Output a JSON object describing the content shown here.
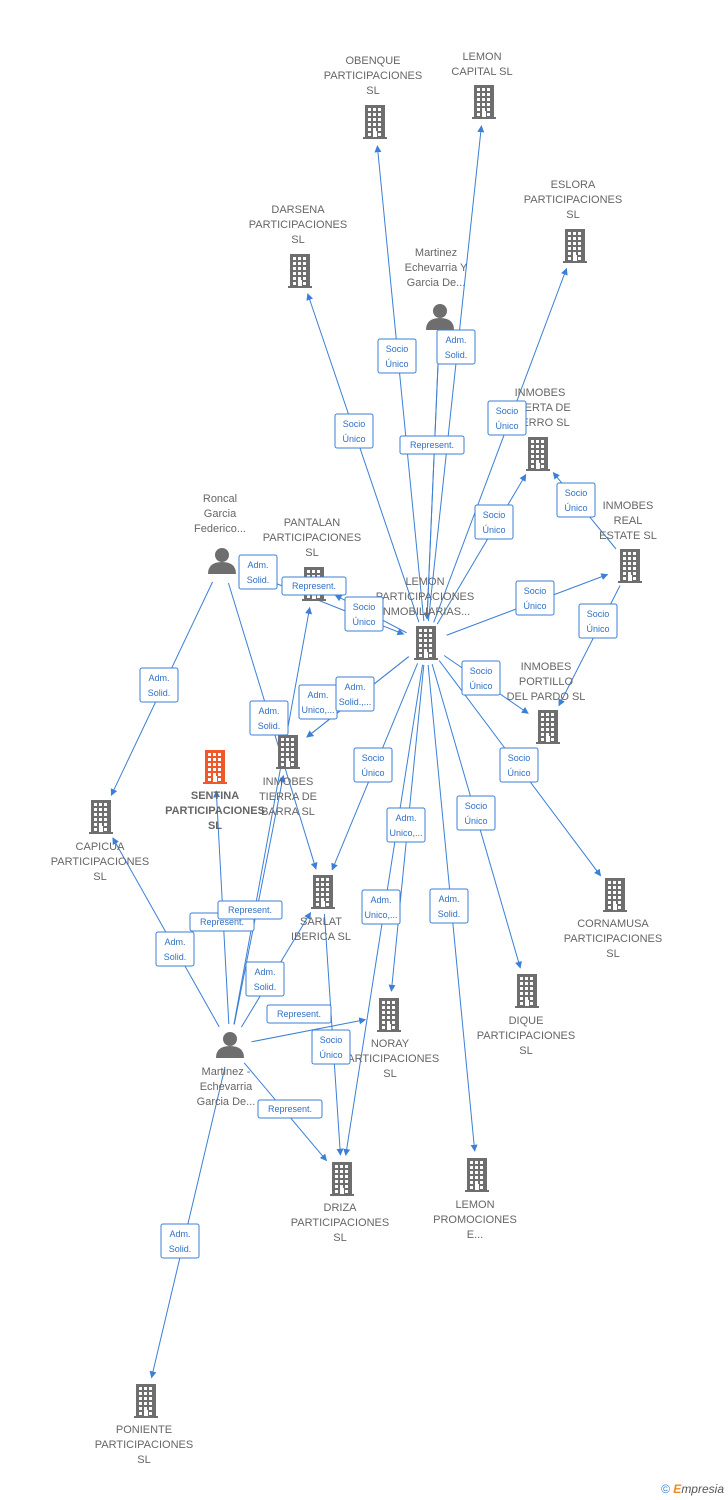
{
  "colors": {
    "edge": "#3b7fd6",
    "node_icon": "#6e6e6e",
    "highlight_icon": "#f0582a",
    "label_text": "#666666"
  },
  "nodes": [
    {
      "id": "obenque",
      "type": "company",
      "lines": [
        "OBENQUE",
        "PARTICIPACIONES",
        "SL"
      ]
    },
    {
      "id": "lemon_capital",
      "type": "company",
      "lines": [
        "LEMON",
        "CAPITAL SL"
      ]
    },
    {
      "id": "eslora",
      "type": "company",
      "lines": [
        "ESLORA",
        "PARTICIPACIONES",
        "SL"
      ]
    },
    {
      "id": "darsena",
      "type": "company",
      "lines": [
        "DARSENA",
        "PARTICIPACIONES",
        "SL"
      ]
    },
    {
      "id": "martinez_top",
      "type": "person",
      "lines": [
        "Martinez",
        "Echevarria Y",
        "Garcia De..."
      ]
    },
    {
      "id": "inmobes_puerta",
      "type": "company",
      "lines": [
        "INMOBES",
        "PUERTA DE",
        "HIERRO SL"
      ]
    },
    {
      "id": "inmobes_real",
      "type": "company",
      "lines": [
        "INMOBES",
        "REAL",
        "ESTATE SL"
      ]
    },
    {
      "id": "roncal",
      "type": "person",
      "lines": [
        "Roncal",
        "Garcia",
        "Federico..."
      ]
    },
    {
      "id": "pantalan",
      "type": "company",
      "lines": [
        "PANTALAN",
        "PARTICIPACIONES",
        "SL"
      ]
    },
    {
      "id": "lemon_part",
      "type": "company",
      "lines": [
        "LEMON",
        "PARTICIPACIONES",
        "INMOBILIARIAS..."
      ]
    },
    {
      "id": "inmobes_portillo",
      "type": "company",
      "lines": [
        "INMOBES",
        "PORTILLO",
        "DEL PARDO SL"
      ]
    },
    {
      "id": "sentina",
      "type": "company-highlight",
      "lines": [
        "SENTINA",
        "PARTICIPACIONES",
        "SL"
      ]
    },
    {
      "id": "inmobes_tierra",
      "type": "company",
      "lines": [
        "INMOBES",
        "TIERRA DE",
        "BARRA SL"
      ]
    },
    {
      "id": "capicua",
      "type": "company",
      "lines": [
        "CAPICUA",
        "PARTICIPACIONES",
        "SL"
      ]
    },
    {
      "id": "sarlat",
      "type": "company",
      "lines": [
        "SARLAT",
        "IBERICA SL"
      ]
    },
    {
      "id": "cornamusa",
      "type": "company",
      "lines": [
        "CORNAMUSA",
        "PARTICIPACIONES",
        "SL"
      ]
    },
    {
      "id": "dique",
      "type": "company",
      "lines": [
        "DIQUE",
        "PARTICIPACIONES",
        "SL"
      ]
    },
    {
      "id": "noray",
      "type": "company",
      "lines": [
        "NORAY",
        "PARTICIPACIONES",
        "SL"
      ]
    },
    {
      "id": "martinez_bottom",
      "type": "person",
      "lines": [
        "Martinez -",
        "Echevarria",
        "Garcia De..."
      ]
    },
    {
      "id": "driza",
      "type": "company",
      "lines": [
        "DRIZA",
        "PARTICIPACIONES",
        "SL"
      ]
    },
    {
      "id": "lemon_promo",
      "type": "company",
      "lines": [
        "LEMON",
        "PROMOCIONES",
        "E..."
      ]
    },
    {
      "id": "poniente",
      "type": "company",
      "lines": [
        "PONIENTE",
        "PARTICIPACIONES",
        "SL"
      ]
    }
  ],
  "edges": [
    {
      "from": "lemon_part",
      "to": "obenque",
      "label": [
        "Socio",
        "Único"
      ]
    },
    {
      "from": "lemon_part",
      "to": "lemon_capital",
      "label": []
    },
    {
      "from": "lemon_part",
      "to": "darsena",
      "label": [
        "Socio",
        "Único"
      ]
    },
    {
      "from": "martinez_top",
      "to": "lemon_part",
      "label": [
        "Adm.",
        "Solid."
      ]
    },
    {
      "from": "martinez_top",
      "to": "lemon_part",
      "label": [
        "Represent."
      ]
    },
    {
      "from": "lemon_part",
      "to": "eslora",
      "label": [
        "Socio",
        "Único"
      ]
    },
    {
      "from": "lemon_part",
      "to": "inmobes_puerta",
      "label": [
        "Socio",
        "Único"
      ]
    },
    {
      "from": "inmobes_real",
      "to": "inmobes_puerta",
      "label": [
        "Socio",
        "Único"
      ]
    },
    {
      "from": "lemon_part",
      "to": "inmobes_real",
      "label": [
        "Socio",
        "Único"
      ]
    },
    {
      "from": "inmobes_real",
      "to": "inmobes_portillo",
      "label": [
        "Socio",
        "Único"
      ]
    },
    {
      "from": "lemon_part",
      "to": "inmobes_portillo",
      "label": [
        "Socio",
        "Único"
      ]
    },
    {
      "from": "lemon_part",
      "to": "cornamusa",
      "label": [
        "Socio",
        "Único"
      ]
    },
    {
      "from": "lemon_part",
      "to": "dique",
      "label": [
        "Socio",
        "Único"
      ]
    },
    {
      "from": "lemon_part",
      "to": "pantalan",
      "label": [
        "Socio",
        "Único"
      ]
    },
    {
      "from": "roncal",
      "to": "capicua",
      "label": [
        "Adm.",
        "Solid."
      ]
    },
    {
      "from": "roncal",
      "to": "lemon_part",
      "label": [
        "Represent."
      ]
    },
    {
      "from": "roncal",
      "to": "sarlat",
      "label": [
        "Adm.",
        "Solid."
      ]
    },
    {
      "from": "lemon_part",
      "to": "inmobes_tierra",
      "label": [
        "Adm.",
        "Unico,..."
      ]
    },
    {
      "from": "lemon_part",
      "to": "inmobes_tierra",
      "label": [
        "Adm.",
        "Solid.,..."
      ]
    },
    {
      "from": "lemon_part",
      "to": "sarlat",
      "label": [
        "Socio",
        "Único"
      ]
    },
    {
      "from": "lemon_part",
      "to": "noray",
      "label": [
        "Adm.",
        "Unico,..."
      ]
    },
    {
      "from": "lemon_part",
      "to": "driza",
      "label": [
        "Adm.",
        "Unico,..."
      ]
    },
    {
      "from": "lemon_part",
      "to": "lemon_promo",
      "label": [
        "Adm.",
        "Solid."
      ]
    },
    {
      "from": "martinez_bottom",
      "to": "sentina",
      "label": [
        "Represent."
      ]
    },
    {
      "from": "martinez_bottom",
      "to": "inmobes_tierra",
      "label": [
        "Adm.",
        "Solid."
      ]
    },
    {
      "from": "martinez_bottom",
      "to": "pantalan",
      "label": [
        "Represent."
      ]
    },
    {
      "from": "martinez_bottom",
      "to": "capicua",
      "label": [
        "Adm.",
        "Solid."
      ]
    },
    {
      "from": "martinez_bottom",
      "to": "sarlat",
      "label": [
        "Adm.",
        "Solid."
      ]
    },
    {
      "from": "martinez_bottom",
      "to": "noray",
      "label": [
        "Represent."
      ]
    },
    {
      "from": "martinez_bottom",
      "to": "driza",
      "label": [
        "Represent."
      ]
    },
    {
      "from": "sarlat",
      "to": "driza",
      "label": [
        "Socio",
        "Único"
      ]
    },
    {
      "from": "martinez_bottom",
      "to": "poniente",
      "label": [
        "Adm.",
        "Solid."
      ]
    }
  ],
  "footer": {
    "copyright_symbol": "©",
    "brand_initial": "E",
    "brand_rest": "mpresia"
  }
}
